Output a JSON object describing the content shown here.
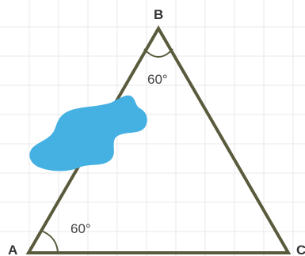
{
  "vertices": {
    "a": "A",
    "b": "B",
    "c": "C"
  },
  "angles": {
    "at_a": "60°",
    "at_b": "60°"
  },
  "colors": {
    "grid": "#e9e9e9",
    "triangle_stroke": "#5a5a3c",
    "blob_fill": "#45b0e2",
    "text": "#333333"
  }
}
